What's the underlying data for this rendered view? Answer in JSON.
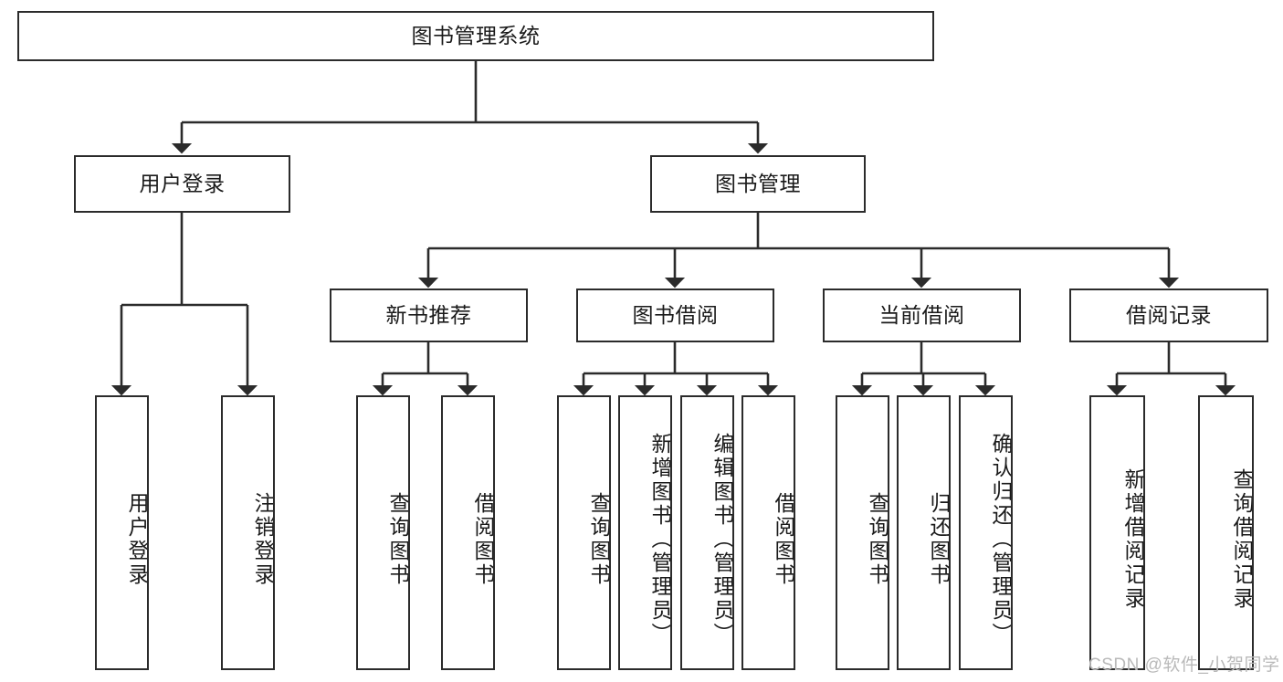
{
  "diagram": {
    "type": "hierarchy-tree",
    "title": "图书管理系统",
    "watermark": "CSDN @软件_小贺同学",
    "colors": {
      "box_border": "#2b2b2b",
      "box_fill": "#ffffff",
      "connector": "#2b2b2b",
      "text": "#1a1a1a",
      "watermark": "#b9b9b9",
      "background": "#ffffff"
    },
    "root": {
      "label": "图书管理系统"
    },
    "level2": [
      {
        "label": "用户登录"
      },
      {
        "label": "图书管理"
      }
    ],
    "level3": [
      {
        "label": "新书推荐"
      },
      {
        "label": "图书借阅"
      },
      {
        "label": "当前借阅"
      },
      {
        "label": "借阅记录"
      }
    ],
    "leaves": {
      "user_login": [
        {
          "label": "用户登录"
        },
        {
          "label": "注销登录"
        }
      ],
      "new_book_recommend": [
        {
          "label": "查询图书"
        },
        {
          "label": "借阅图书"
        }
      ],
      "book_borrow": [
        {
          "label": "查询图书"
        },
        {
          "label": "新增图书（管理员）"
        },
        {
          "label": "编辑图书（管理员）"
        },
        {
          "label": "借阅图书"
        }
      ],
      "current_borrow": [
        {
          "label": "查询图书"
        },
        {
          "label": "归还图书"
        },
        {
          "label": "确认归还（管理员）"
        }
      ],
      "borrow_records": [
        {
          "label": "新增借阅记录"
        },
        {
          "label": "查询借阅记录"
        }
      ]
    }
  }
}
